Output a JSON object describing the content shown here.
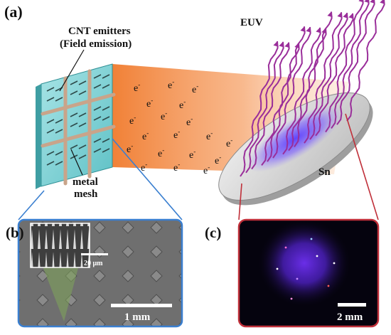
{
  "panels": {
    "a": "(a)",
    "b": "(b)",
    "c": "(c)"
  },
  "labels": {
    "cnt_line1": "CNT emitters",
    "cnt_line2": "(Field emission)",
    "euv": "EUV",
    "mesh_line1": "metal",
    "mesh_line2": "mesh",
    "target": "Sn",
    "electron": "e",
    "electron_sup": "-"
  },
  "scale_bars": {
    "inset": "20 μm",
    "b": "1 mm",
    "c": "2 mm"
  },
  "colors": {
    "emitter_panel": "#7ed3d6",
    "mesh": "#c9a48a",
    "beam": "#f08a3c",
    "euv": "#9a2e9a",
    "target": "#dcdcdc",
    "plasma": "#6a4bff",
    "zoom_b": "#3a7fd0",
    "zoom_c": "#c0303a"
  }
}
